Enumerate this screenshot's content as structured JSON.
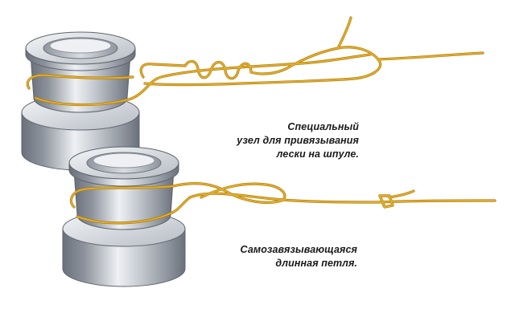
{
  "captions": {
    "knot": [
      "Специальный",
      "узел для привязывания",
      "лески на шпуле."
    ],
    "loop": [
      "Самозавязывающаяся",
      "длинная петля."
    ]
  },
  "colors": {
    "line": "#d9a521",
    "line_shadow": "#a8770e",
    "spool_light": "#e4e7ec",
    "spool_mid": "#a9aeb7",
    "spool_dark": "#6b717b",
    "text": "#1a1a1a"
  }
}
